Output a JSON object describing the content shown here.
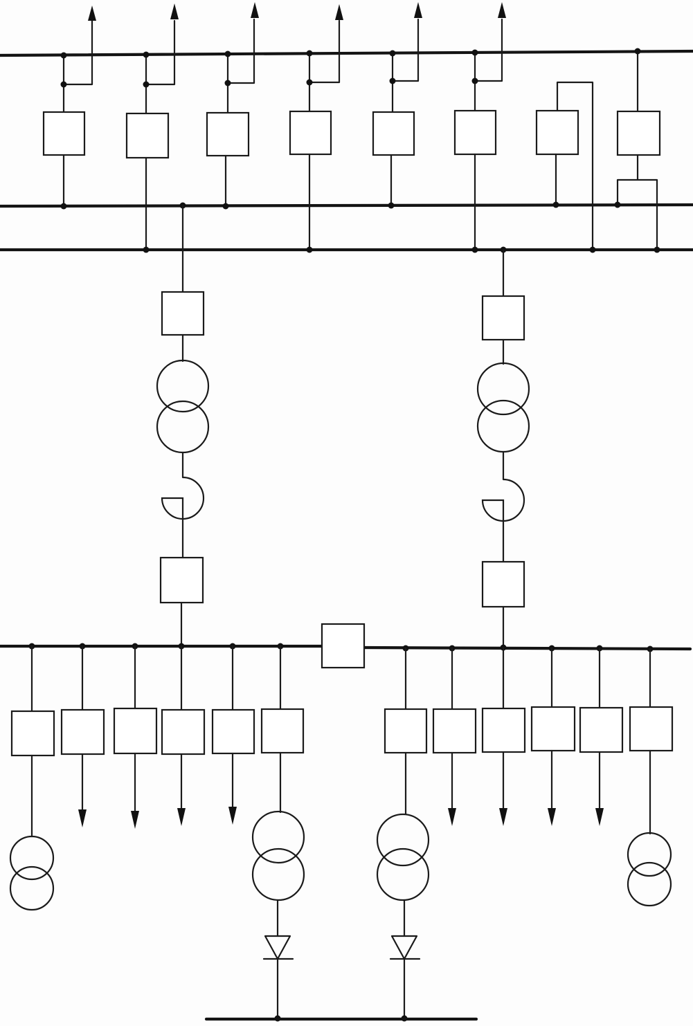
{
  "diagram": {
    "type": "electrical single-line schematic",
    "colors": {
      "ink": "#1a1a1a",
      "paper": "#fdfdfd"
    },
    "hv_outgoing_feeders": 6,
    "hv_bays": 8,
    "main_transformers": 2,
    "lv_section_left_feeders": 6,
    "lv_section_right_feeders": 6,
    "rectifier_units": 2,
    "auxiliary_transformers": 2,
    "icons": [
      "breaker-icon",
      "two-winding-transformer-icon",
      "reactor-icon",
      "diode-icon",
      "arrow-icon",
      "junction-dot-icon"
    ]
  }
}
